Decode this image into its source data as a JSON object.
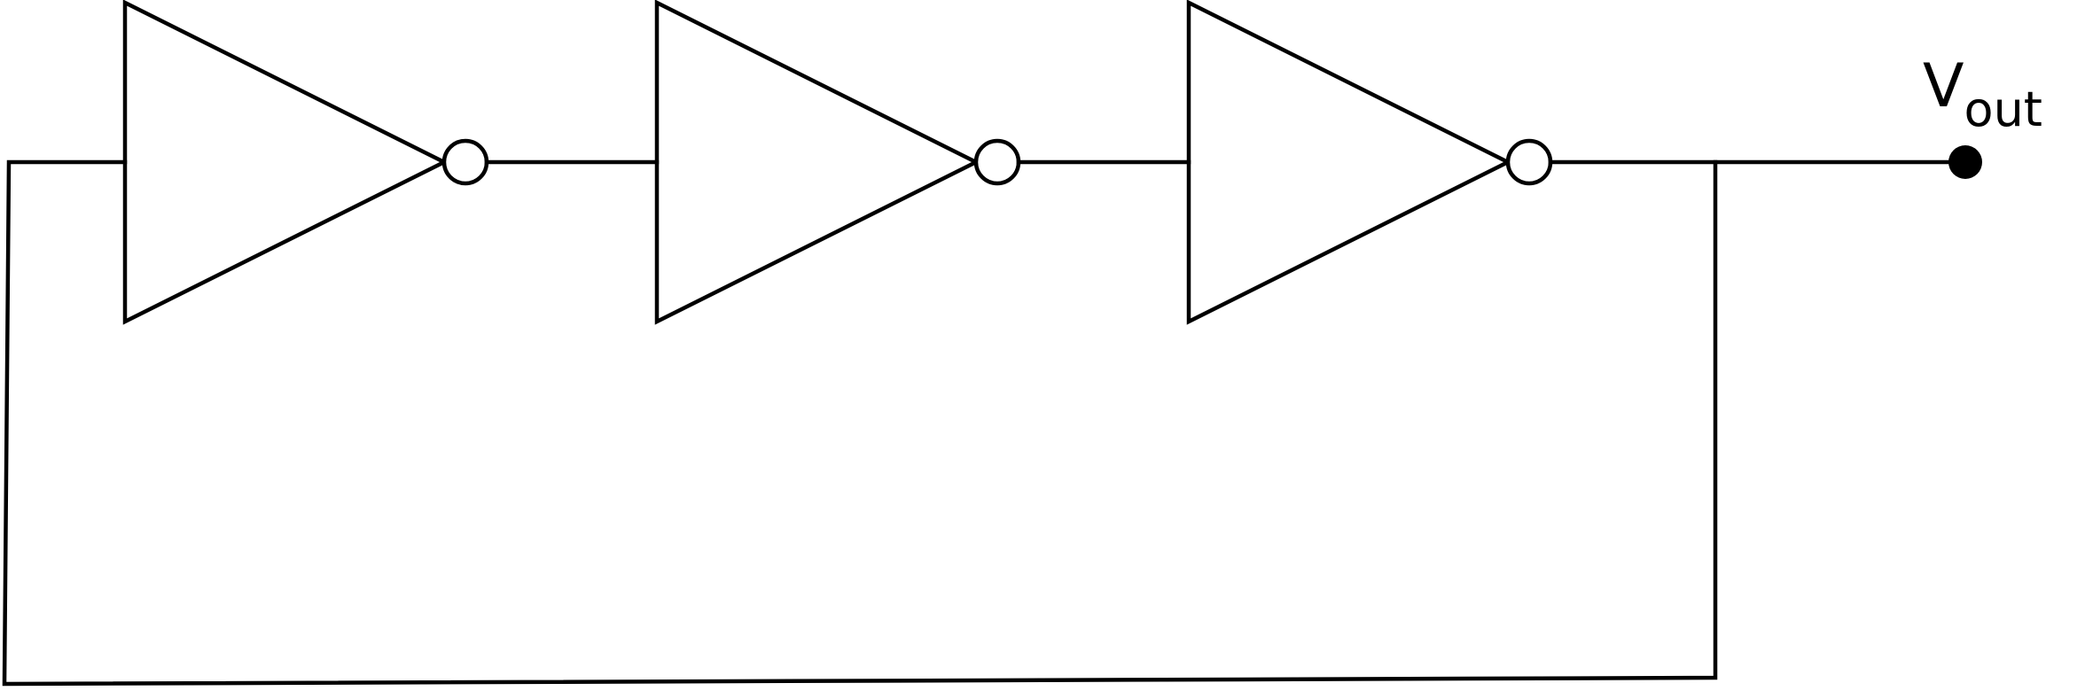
{
  "diagram": {
    "colors": {
      "line": "#000000",
      "background": "#ffffff",
      "terminal": "#000000"
    },
    "gates": [
      {
        "type": "inverter",
        "icon": "not-gate-icon"
      },
      {
        "type": "inverter",
        "icon": "not-gate-icon"
      },
      {
        "type": "inverter",
        "icon": "not-gate-icon"
      }
    ],
    "output": {
      "label_main": "V",
      "label_sub": "out"
    }
  }
}
